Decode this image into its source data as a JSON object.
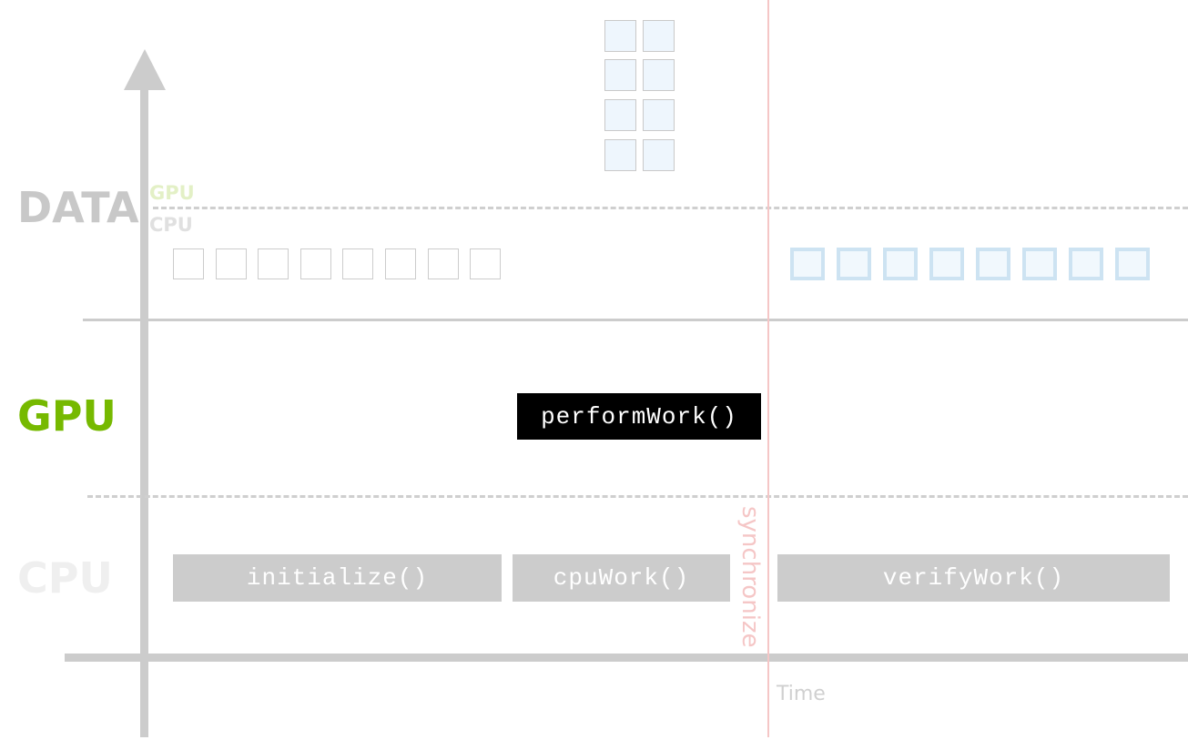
{
  "lanes": {
    "data_label": "DATA",
    "gpu_label": "GPU",
    "cpu_label": "CPU",
    "data_sub_gpu": "GPU",
    "data_sub_cpu": "CPU"
  },
  "tasks": {
    "initialize": "initialize()",
    "cpu_work": "cpuWork()",
    "perform_work": "performWork()",
    "verify_work": "verifyWork()"
  },
  "sync_label": "synchronize",
  "time_label": "Time",
  "colors": {
    "gpu_green": "#76b900",
    "data_gray": "#c8c8c8",
    "cpu_gray": "#efefef",
    "task_gray": "#cccccc",
    "sync_red": "#f5c6c6",
    "data_blue": "#cde3f2"
  }
}
